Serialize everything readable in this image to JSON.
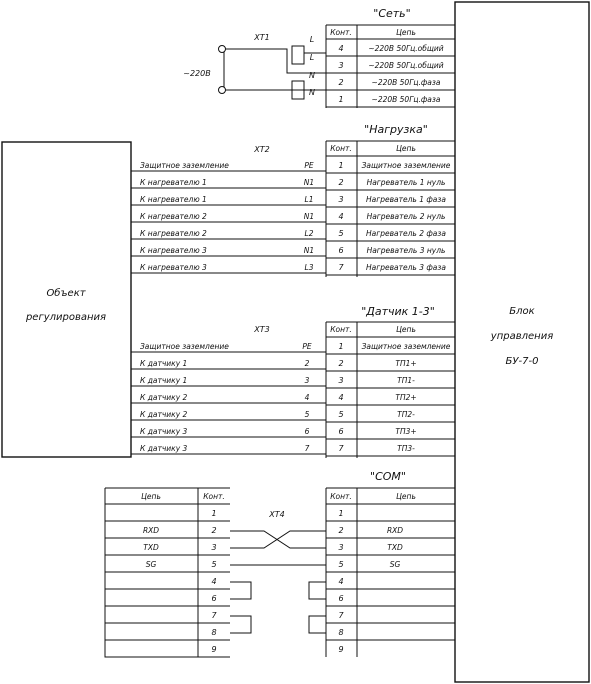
{
  "labels": {
    "net_title": "\"Сеть\"",
    "load_title": "\"Нагрузка\"",
    "sensor_title": "\"Датчик 1-3\"",
    "com_title": "\"COM\"",
    "kont": "Конт.",
    "circuit": "Цепь",
    "object": [
      "Объект",
      "регулирования"
    ],
    "block": [
      "Блок",
      "управления",
      "БУ-7-0"
    ],
    "xt1": "XT1",
    "xt2": "XT2",
    "xt3": "XT3",
    "xt4": "XT4",
    "source": "~220В"
  },
  "net": {
    "terminals": [
      "L",
      "L",
      "N",
      "N"
    ],
    "rows": [
      {
        "k": "4",
        "c": "~220В 50Гц.общий"
      },
      {
        "k": "3",
        "c": "~220В 50Гц.общий"
      },
      {
        "k": "2",
        "c": "~220В 50Гц.фаза"
      },
      {
        "k": "1",
        "c": "~220В 50Гц.фаза"
      }
    ]
  },
  "load": {
    "rows": [
      {
        "left": "Защитное заземление",
        "mark": "PE",
        "k": "1",
        "c": "Защитное заземление"
      },
      {
        "left": "К нагревателю 1",
        "mark": "N1",
        "k": "2",
        "c": "Нагреватель 1 нуль"
      },
      {
        "left": "К нагревателю 1",
        "mark": "L1",
        "k": "3",
        "c": "Нагреватель 1 фаза"
      },
      {
        "left": "К нагревателю 2",
        "mark": "N1",
        "k": "4",
        "c": "Нагреватель 2 нуль"
      },
      {
        "left": "К нагревателю 2",
        "mark": "L2",
        "k": "5",
        "c": "Нагреватель 2 фаза"
      },
      {
        "left": "К нагревателю 3",
        "mark": "N1",
        "k": "6",
        "c": "Нагреватель 3 нуль"
      },
      {
        "left": "К нагревателю 3",
        "mark": "L3",
        "k": "7",
        "c": "Нагреватель 3 фаза"
      }
    ]
  },
  "sensor": {
    "rows": [
      {
        "left": "Защитное заземление",
        "mark": "PE",
        "k": "1",
        "c": "Защитное заземление"
      },
      {
        "left": "К датчику 1",
        "mark": "2",
        "k": "2",
        "c": "ТП1+"
      },
      {
        "left": "К датчику 1",
        "mark": "3",
        "k": "3",
        "c": "ТП1-"
      },
      {
        "left": "К датчику 2",
        "mark": "4",
        "k": "4",
        "c": "ТП2+"
      },
      {
        "left": "К датчику 2",
        "mark": "5",
        "k": "5",
        "c": "ТП2-"
      },
      {
        "left": "К датчику 3",
        "mark": "6",
        "k": "6",
        "c": "ТП3+"
      },
      {
        "left": "К датчику 3",
        "mark": "7",
        "k": "7",
        "c": "ТП3-"
      }
    ]
  },
  "com": {
    "left_rows": [
      {
        "c": "",
        "k": "1"
      },
      {
        "c": "RXD",
        "k": "2"
      },
      {
        "c": "TXD",
        "k": "3"
      },
      {
        "c": "SG",
        "k": "5"
      },
      {
        "c": "",
        "k": "4"
      },
      {
        "c": "",
        "k": "6"
      },
      {
        "c": "",
        "k": "7"
      },
      {
        "c": "",
        "k": "8"
      },
      {
        "c": "",
        "k": "9"
      }
    ],
    "right_rows": [
      {
        "k": "1",
        "c": ""
      },
      {
        "k": "2",
        "c": "RXD"
      },
      {
        "k": "3",
        "c": "TXD"
      },
      {
        "k": "5",
        "c": "SG"
      },
      {
        "k": "4",
        "c": ""
      },
      {
        "k": "6",
        "c": ""
      },
      {
        "k": "7",
        "c": ""
      },
      {
        "k": "8",
        "c": ""
      },
      {
        "k": "9",
        "c": ""
      }
    ]
  }
}
